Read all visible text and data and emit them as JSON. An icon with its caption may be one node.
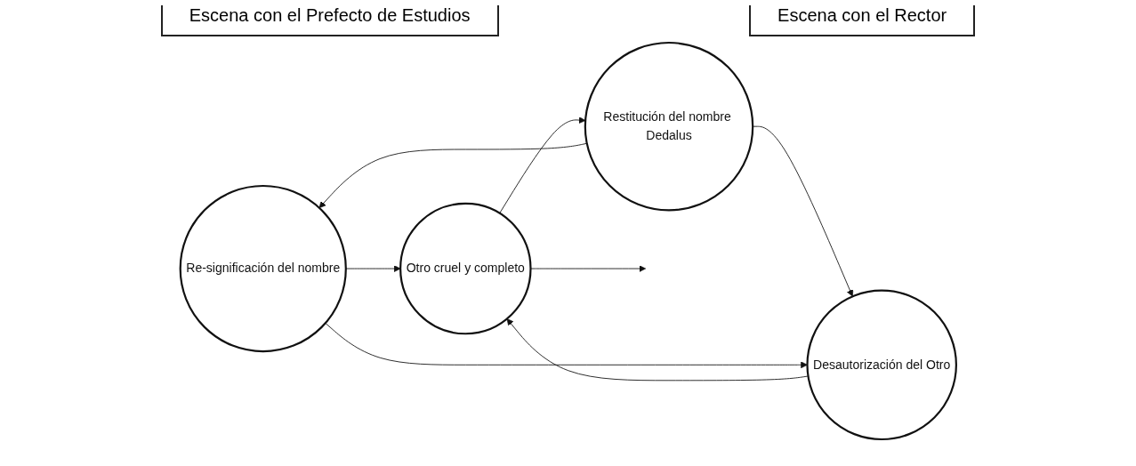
{
  "diagram": {
    "nodes": [
      {
        "text": [
          "Re-significación del nombre"
        ]
      },
      {
        "text": [
          "Otro cruel y completo"
        ]
      },
      {
        "text": [
          "Restitución del nombre Dedalus"
        ]
      },
      {
        "text": [
          "Desautorización del Otro"
        ]
      }
    ],
    "edges": [
      {
        "from": 0,
        "to": 1,
        "arrow": "to"
      },
      {
        "from": 1,
        "to": 2,
        "arrow": "to"
      },
      {
        "from": 2,
        "to": 3,
        "arrow": "to"
      },
      {
        "from": 2,
        "to": 0,
        "arrow": "to"
      },
      {
        "from": 3,
        "to": 1,
        "arrow": "to"
      },
      {
        "from": 0,
        "to": 3,
        "arrow": "to"
      },
      {
        "from": 1,
        "to": null,
        "arrow": "to"
      }
    ],
    "labels": [
      "Escena con el Prefecto de Estudios",
      "Escena con el Rector"
    ]
  }
}
